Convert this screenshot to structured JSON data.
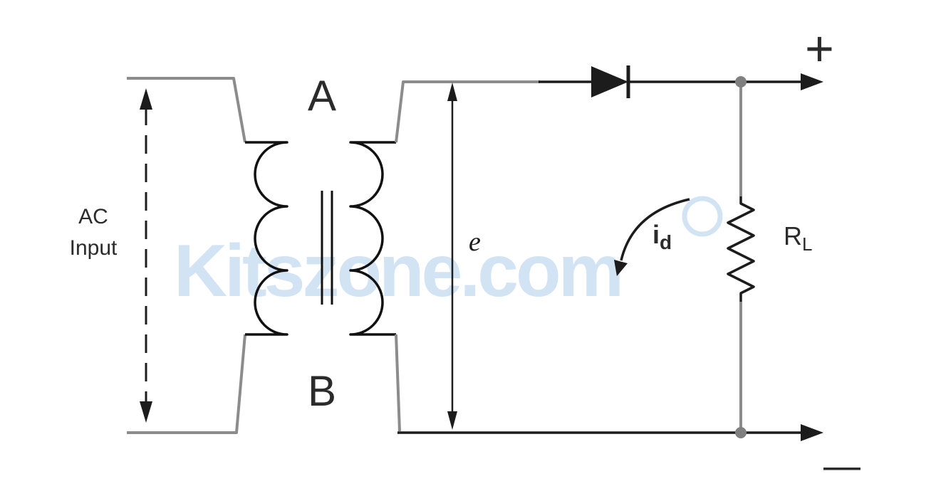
{
  "labels": {
    "ac_input_line1": "AC",
    "ac_input_line2": "Input",
    "terminal_a": "A",
    "terminal_b": "B",
    "secondary_voltage": "e",
    "diode_current_symbol": "i",
    "diode_current_subscript": "d",
    "load_resistor_symbol": "R",
    "load_resistor_subscript": "L",
    "positive_terminal": "+",
    "negative_terminal": "—"
  },
  "watermark": {
    "text": "Kitszone.com"
  },
  "colors": {
    "background": "#ffffff",
    "wire_gray": "#8c8c8c",
    "line_black": "#1c1c1c",
    "node_gray": "#808080",
    "watermark_blue": "#d2e4f4"
  }
}
